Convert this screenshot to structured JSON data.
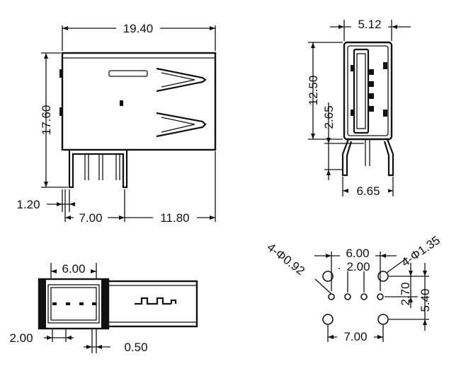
{
  "drawing": {
    "side_view": {
      "width": "19.40",
      "height": "17.60",
      "pin_offset": "1.20",
      "pin_spacing": "7.00",
      "depth": "11.80"
    },
    "front_view": {
      "width": "5.12",
      "height": "12.50",
      "pin_height": "2.65",
      "pin_span": "6.65"
    },
    "bottom_view": {
      "pin_pitch_total": "6.00",
      "pin_offset": "2.00",
      "pin_width": "0.50"
    },
    "footprint": {
      "small_holes": "4-Φ0.92",
      "large_holes": "4-Φ1.35",
      "large_hole_spacing": "6.00",
      "small_hole_pitch": "2.00",
      "row_offset": "2.70",
      "row_spacing": "5.40",
      "mount_spacing": "7.00"
    }
  }
}
